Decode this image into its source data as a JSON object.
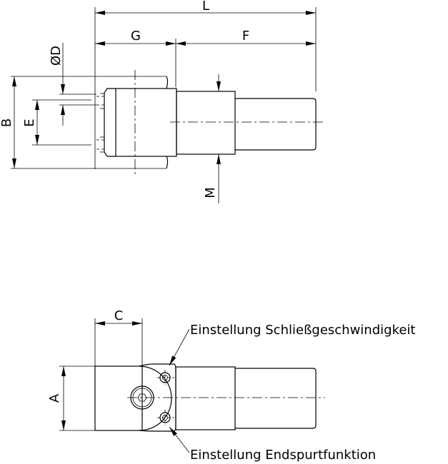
{
  "top_view": {
    "dimensions": {
      "L": "L",
      "G": "G",
      "F": "F",
      "B": "B",
      "E": "E",
      "D": "ØD",
      "M": "M"
    }
  },
  "bottom_view": {
    "dimensions": {
      "C": "C",
      "A": "A"
    },
    "annotations": {
      "closing_speed": "Einstellung Schließgeschwindigkeit",
      "end_stroke": "Einstellung Endspurtfunktion"
    }
  }
}
